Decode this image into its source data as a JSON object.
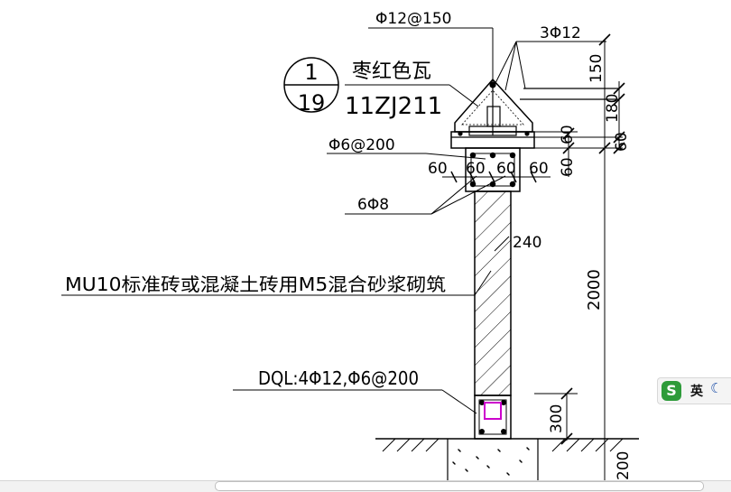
{
  "drawing": {
    "detail_number": "1",
    "detail_sheet": "19",
    "tile_name": "枣红色瓦",
    "tile_ref": "11ZJ211",
    "top_rebar": "Φ12@150",
    "cap_bars": "3Φ12",
    "cap_stirrup": "Φ6@200",
    "column_bars": "6Φ8",
    "wall_note": "MU10标准砖或混凝土砖用M5混合砂浆砌筑",
    "beam_note": "DQL:4Φ12,Φ6@200",
    "dims": {
      "d150": "150",
      "d180": "180",
      "d60a": "60",
      "d60b": "60",
      "d60c": "60",
      "d60d": "60",
      "d60e": "60",
      "d60f": "60",
      "d60g": "60",
      "d240": "240",
      "d2000": "2000",
      "d300": "300",
      "d200": "200"
    }
  },
  "ime": {
    "lang": "英",
    "logo": "S",
    "moon": "☾"
  },
  "colors": {
    "line": "#000000",
    "highlight": "#cc00cc",
    "ime_green": "#2e9b3a"
  }
}
